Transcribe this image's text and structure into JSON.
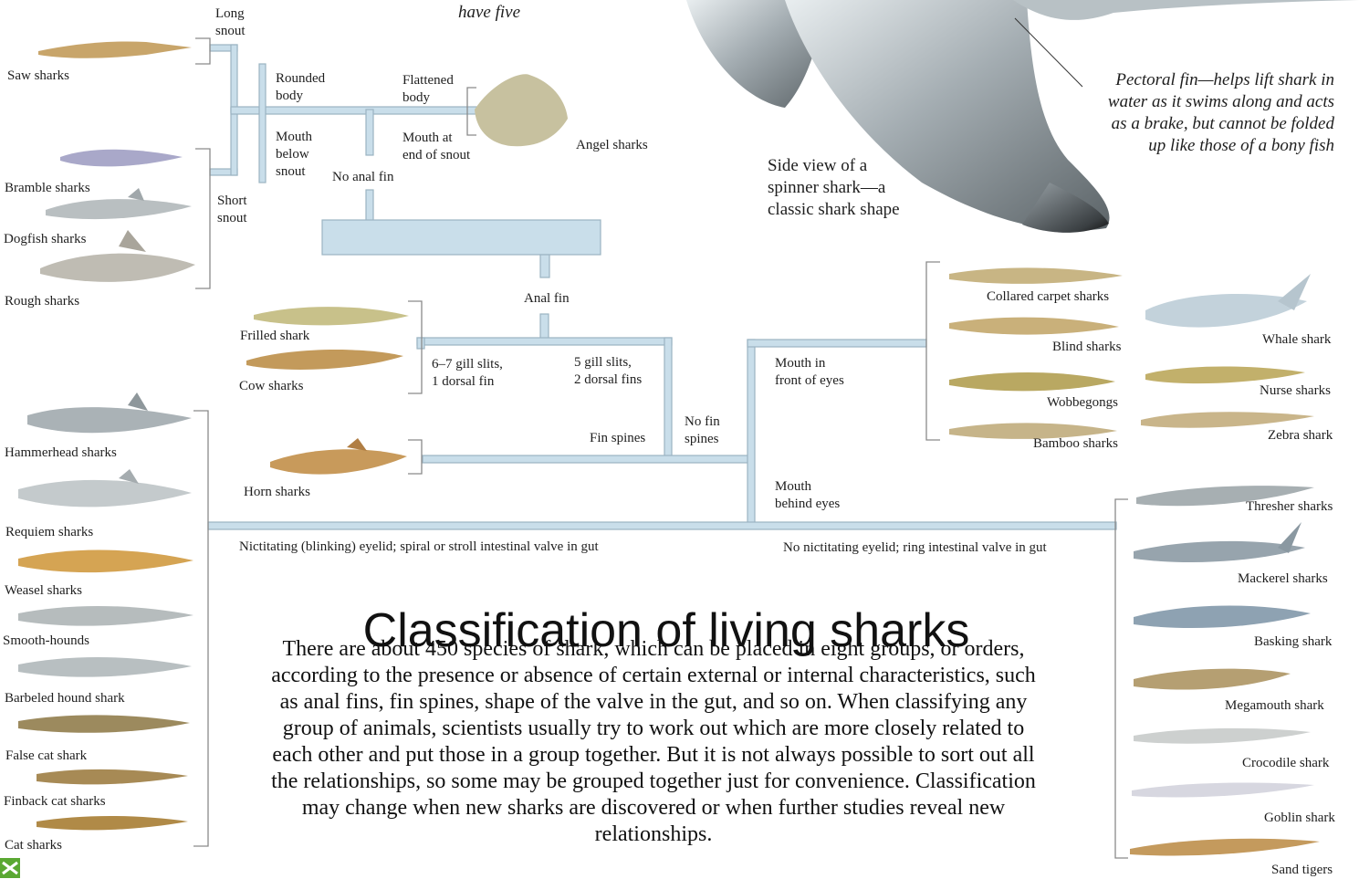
{
  "header_fragment": "have five",
  "pectoral_note": "Pectoral fin—helps lift shark in\nwater as it swims along and acts\nas a brake, but cannot be folded\nup like those of a bony fish",
  "side_view_caption": "Side view of a\nspinner shark—a\nclassic shark shape",
  "title": "Classification of living sharks",
  "paragraph": "There are about 450 species of shark, which can be placed in eight groups, or orders, according to the presence or absence of certain external or internal characteristics, such as anal fins, fin spines, shape of the valve in the gut, and so on. When classifying any group of animals, scientists usually try to work out which are more closely related to each other and put those in a group together. But it is not always possible to sort out all the relationships, so some may be grouped together just for convenience. Classification may change when new sharks are discovered or when further studies reveal new relationships.",
  "branches": {
    "long_snout": "Long\nsnout",
    "short_snout": "Short\nsnout",
    "rounded_body": "Rounded\nbody",
    "mouth_below_snout": "Mouth\nbelow\nsnout",
    "flattened_body": "Flattened\nbody",
    "mouth_end_snout": "Mouth at\nend of snout",
    "no_anal_fin": "No anal fin",
    "anal_fin": "Anal fin",
    "gill_6_7": "6–7 gill slits,\n1 dorsal fin",
    "gill_5": "5 gill slits,\n2 dorsal fins",
    "fin_spines": "Fin spines",
    "no_fin_spines": "No fin\nspines",
    "mouth_front_eyes": "Mouth in\nfront of eyes",
    "mouth_behind_eyes": "Mouth\nbehind eyes",
    "nictitating": "Nictitating (blinking) eyelid; spiral or stroll intestinal valve in gut",
    "no_nictitating": "No nictitating eyelid; ring intestinal valve in gut"
  },
  "groups": {
    "saw": "Saw sharks",
    "bramble": "Bramble sharks",
    "dogfish": "Dogfish sharks",
    "rough": "Rough sharks",
    "angel": "Angel sharks",
    "frilled": "Frilled shark",
    "cow": "Cow sharks",
    "horn": "Horn sharks",
    "hammerhead": "Hammerhead sharks",
    "requiem": "Requiem sharks",
    "weasel": "Weasel sharks",
    "smooth_hounds": "Smooth-hounds",
    "barbeled": "Barbeled hound shark",
    "false_cat": "False cat shark",
    "finback_cat": "Finback cat sharks",
    "cat": "Cat sharks",
    "collared": "Collared carpet sharks",
    "blind": "Blind sharks",
    "wobbegongs": "Wobbegongs",
    "bamboo": "Bamboo sharks",
    "whale": "Whale shark",
    "nurse": "Nurse sharks",
    "zebra": "Zebra shark",
    "thresher": "Thresher sharks",
    "mackerel": "Mackerel sharks",
    "basking": "Basking shark",
    "megamouth": "Megamouth shark",
    "crocodile": "Crocodile shark",
    "goblin": "Goblin shark",
    "sand_tigers": "Sand tigers"
  },
  "colors": {
    "branch_fill": "#c9deea",
    "branch_edge": "#9bb4c2",
    "bracket": "#8a8a8a",
    "fin_gray": "#8c969c"
  }
}
